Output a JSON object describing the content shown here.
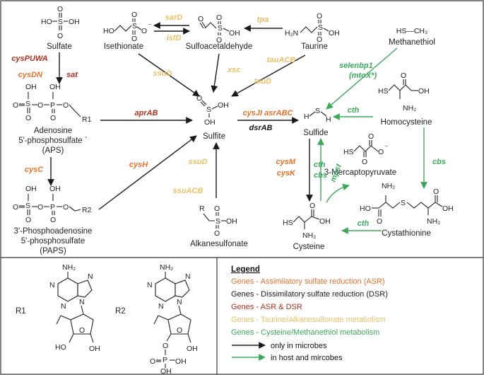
{
  "colors": {
    "asr": "#e8702a",
    "dsr": "#1a1a1a",
    "asr_dsr": "#b03020",
    "taurine": "#e8c068",
    "cysteine": "#3aaa5a"
  },
  "compounds": {
    "sulfate": "Sulfate",
    "isethionate": "Isethionate",
    "sulfoacetaldehyde": "Sulfoacetaldehyde",
    "taurine": "Taurine",
    "methanethiol": "Methanethiol",
    "methanethiol_formula": "HS—CH₃",
    "aps_1": "Adenosine",
    "aps_2": "5'-phosphosulfate `",
    "aps_3": "(APS)",
    "sulfite": "Sulfite",
    "sulfide": "Sulfide",
    "homocysteine": "Homocysteine",
    "mercaptopyruvate": "3-Mercaptopyruvate",
    "paps_1": "3'-Phosphoadenosine",
    "paps_2": "5'-phosphosulfate",
    "paps_3": "(PAPS)",
    "alkanesulfonate": "Alkanesulfonate",
    "cysteine": "Cysteine",
    "cystathionine": "Cystathionine",
    "r1": "R1",
    "r2": "R2"
  },
  "genes": {
    "sarD": "sarD",
    "isfD": "isfD",
    "tpa": "tpa",
    "cysPUWA": "cysPUWA",
    "cysDN": "cysDN",
    "sat": "sat",
    "ssuD_top": "ssuD",
    "xsc": "xsc",
    "tauACB": "tauACB",
    "tauD": "tauD",
    "selenbp1": "selenbp1",
    "mtoX": "(mtoX*)",
    "aprAB": "aprAB",
    "cysJI_asrABC": "cysJI asrABC",
    "dsrAB": "dsrAB",
    "cth_homo": "cth",
    "cysC": "cysC",
    "cysH": "cysH",
    "ssuD_mid": "ssuD",
    "ssuACB": "ssuACB",
    "cysM": "cysM",
    "cysK": "cysK",
    "cth_mid": "cth",
    "cbs_mid": "cbs",
    "mpst": "mpst",
    "cbs_right": "cbs",
    "cth_bottom": "cth"
  },
  "legend": {
    "title": "Legend",
    "items": [
      "Genes - Assimilatory sulfate reduction (ASR)",
      "Genes - Dissimilatory sulfate reduction (DSR)",
      "Genes - ASR & DSR",
      "Genes - Taurine/Alkanesulfonate metabolism",
      "Genes - Cysteine/Methanethiol metabolism"
    ],
    "arrow_black": "only in microbes",
    "arrow_green": "in host and mircobes"
  }
}
